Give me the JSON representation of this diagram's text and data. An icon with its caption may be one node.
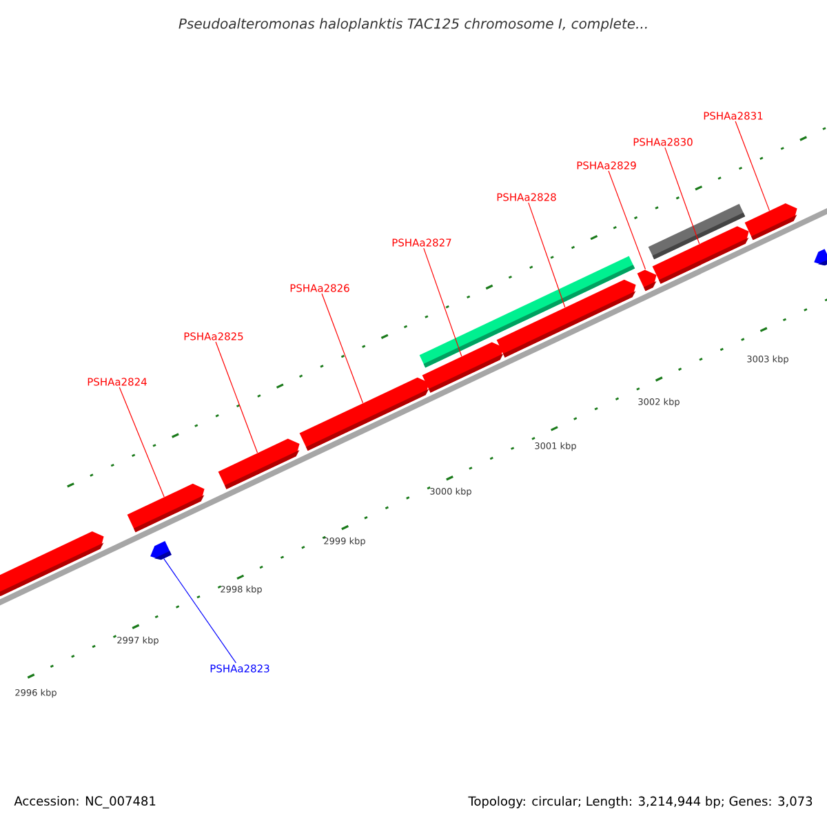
{
  "diagram": {
    "title": "Pseudoalteromonas haloplanktis TAC125 chromosome I, complete...",
    "nodes": [
      {
        "text": [
          "PSHAa2831"
        ]
      },
      {
        "text": [
          "PSHAa2830"
        ]
      },
      {
        "text": [
          "PSHAa2829"
        ]
      },
      {
        "text": [
          "PSHAa2828"
        ]
      },
      {
        "text": [
          "PSHAa2827"
        ]
      },
      {
        "text": [
          "PSHAa2826"
        ]
      },
      {
        "text": [
          "PSHAa2825"
        ]
      },
      {
        "text": [
          "PSHAa2824"
        ]
      },
      {
        "text": [
          "PSHAa2823"
        ]
      },
      {
        "text": [],
        "shape": "pentagon"
      },
      {
        "text": [],
        "shape": "pentagon"
      },
      {
        "text": [],
        "shape": "pentagon"
      },
      {
        "text": [],
        "shape": "pentagon"
      },
      {
        "text": [],
        "shape": "pentagon"
      },
      {
        "text": [],
        "shape": "pentagon"
      },
      {
        "text": [],
        "shape": "bar"
      },
      {
        "text": [],
        "shape": "pentagon"
      },
      {
        "text": [],
        "shape": "pentagon"
      },
      {
        "text": [],
        "shape": "bar"
      },
      {
        "text": [],
        "shape": "pentagon"
      },
      {
        "text": [],
        "shape": "pentagon"
      },
      {
        "text": [],
        "shape": "pentagon"
      }
    ],
    "edges": [
      {
        "from": 0,
        "to": 20,
        "arrow": "none"
      },
      {
        "from": 1,
        "to": 19,
        "arrow": "none"
      },
      {
        "from": 2,
        "to": 17,
        "arrow": "none"
      },
      {
        "from": 3,
        "to": 16,
        "arrow": "none"
      },
      {
        "from": 4,
        "to": 14,
        "arrow": "none"
      },
      {
        "from": 5,
        "to": 13,
        "arrow": "none"
      },
      {
        "from": 6,
        "to": 12,
        "arrow": "none"
      },
      {
        "from": 7,
        "to": 10,
        "arrow": "none"
      },
      {
        "from": 8,
        "to": 11,
        "arrow": "none",
        "color": "#0000ff"
      }
    ],
    "labels": [
      "2996 kbp",
      "2997 kbp",
      "2998 kbp",
      "2999 kbp",
      "3000 kbp",
      "3001 kbp",
      "3002 kbp",
      "3003 kbp",
      "Accession: NC_007481",
      "Topology: circular; Length: 3,214,944 bp; Genes: 3,073"
    ]
  }
}
